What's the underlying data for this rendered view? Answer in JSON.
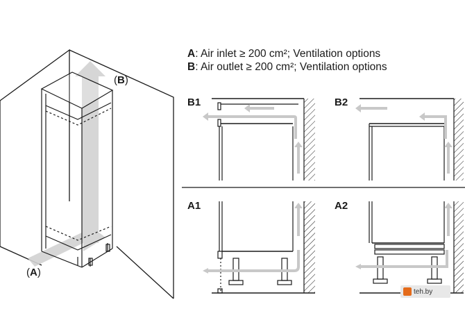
{
  "legend": {
    "a_key": "A",
    "a_text": ": Air inlet ≥ 200 cm²; Ventilation options",
    "b_key": "B",
    "b_text": ": Air outlet ≥ 200 cm²; Ventilation options"
  },
  "panels": {
    "b1": "B1",
    "b2": "B2",
    "a1": "A1",
    "a2": "A2"
  },
  "callouts": {
    "a_open": "(",
    "a_key": "A",
    "a_close": ")",
    "b_open": "(",
    "b_key": "B",
    "b_close": ")"
  },
  "watermark": "teh.by",
  "colors": {
    "line": "#1a1a1a",
    "arrow": "#c8c8c8",
    "brand": "#e46b1b"
  }
}
